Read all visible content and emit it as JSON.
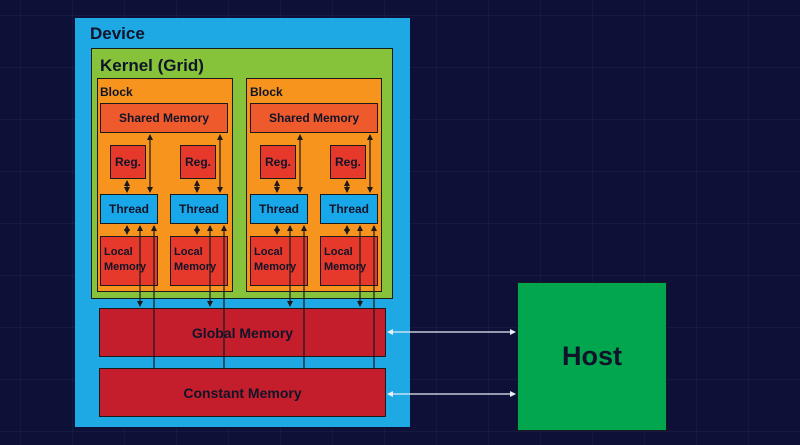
{
  "device": {
    "label": "Device"
  },
  "kernel": {
    "label": "Kernel (Grid)"
  },
  "blocks": [
    {
      "label": "Block",
      "shared_memory": "Shared Memory",
      "threads": [
        {
          "register": "Reg.",
          "thread": "Thread",
          "local_line1": "Local",
          "local_line2": "Memory"
        },
        {
          "register": "Reg.",
          "thread": "Thread",
          "local_line1": "Local",
          "local_line2": "Memory"
        }
      ]
    },
    {
      "label": "Block",
      "shared_memory": "Shared Memory",
      "threads": [
        {
          "register": "Reg.",
          "thread": "Thread",
          "local_line1": "Local",
          "local_line2": "Memory"
        },
        {
          "register": "Reg.",
          "thread": "Thread",
          "local_line1": "Local",
          "local_line2": "Memory"
        }
      ]
    }
  ],
  "global_memory": {
    "label": "Global Memory"
  },
  "constant_memory": {
    "label": "Constant Memory"
  },
  "host": {
    "label": "Host"
  },
  "colors": {
    "background": "#0d1138",
    "device": "#1ea8e4",
    "kernel": "#86c33a",
    "block": "#f6941e",
    "shared_memory": "#ee5a2c",
    "register": "#e6392c",
    "thread": "#18a8ea",
    "global_memory": "#c41e2c",
    "host": "#02a64e"
  }
}
